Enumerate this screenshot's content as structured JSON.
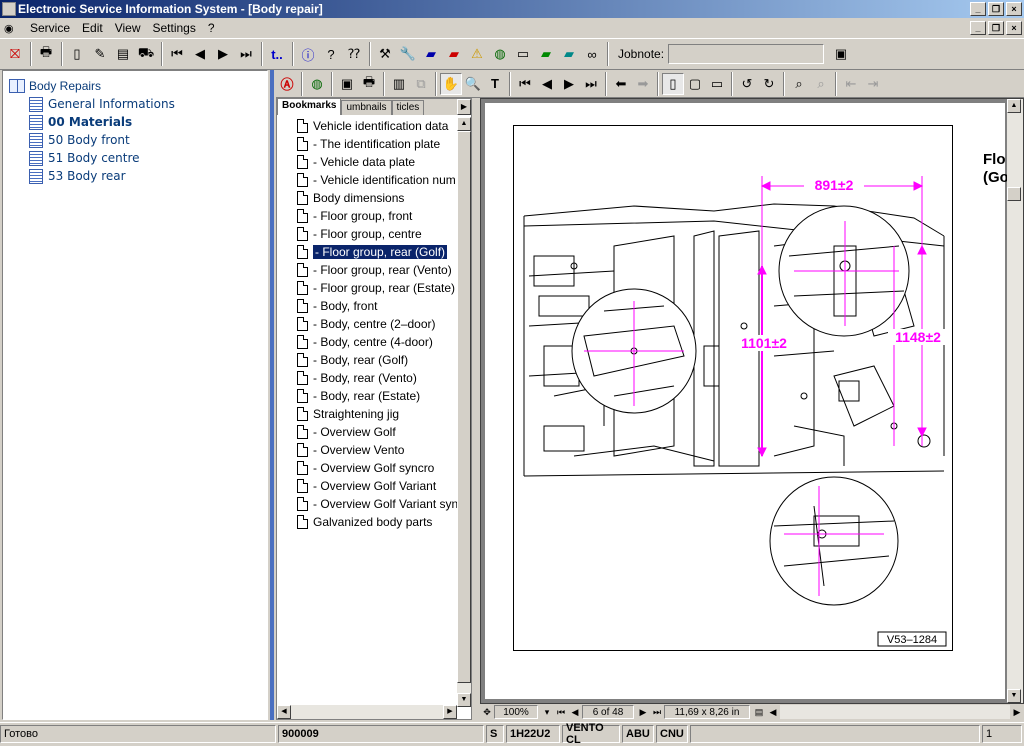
{
  "window": {
    "title": "Electronic Service Information System - [Body repair]"
  },
  "menu": [
    "Service",
    "Edit",
    "View",
    "Settings",
    "?"
  ],
  "toolbar": {
    "jobnote_label": "Jobnote:",
    "jobnote_value": "",
    "t_label": "t.."
  },
  "tree": {
    "root": "Body Repairs",
    "items": [
      {
        "label": "General Informations",
        "bold": false
      },
      {
        "label": "00 Materials",
        "bold": true
      },
      {
        "label": "50 Body front",
        "bold": false
      },
      {
        "label": "51 Body centre",
        "bold": false
      },
      {
        "label": "53 Body rear",
        "bold": false
      }
    ]
  },
  "nav": {
    "tabs": [
      "Bookmarks",
      "umbnails",
      "ticles"
    ],
    "bookmarks": [
      "Vehicle identification data",
      "- The identification plate",
      "- Vehicle data plate",
      "- Vehicle identification num",
      "Body dimensions",
      "- Floor group, front",
      "- Floor group, centre",
      "- Floor group, rear (Golf)",
      "- Floor group, rear (Vento)",
      "- Floor group, rear (Estate)",
      "- Body, front",
      "- Body, centre (2–door)",
      "- Body, centre (4-door)",
      "- Body, rear (Golf)",
      "- Body, rear (Vento)",
      "- Body, rear (Estate)",
      "Straightening jig",
      "- Overview Golf",
      "- Overview Vento",
      "- Overview Golf syncro",
      "- Overview Golf Variant",
      "- Overview Golf Variant syn",
      "Galvanized body parts"
    ],
    "selected_index": 7
  },
  "drawing": {
    "dims": [
      "891±2",
      "1101±2",
      "1148±2"
    ],
    "ref": "V53–1284",
    "side_title": [
      "Flo",
      "(Go"
    ],
    "dim_color": "#ff00ff"
  },
  "docstatus": {
    "zoom": "100%",
    "page": "6 of 48",
    "size": "11,69 x 8,26 in"
  },
  "statusbar": {
    "state": "Готово",
    "code": "900009",
    "s": "S",
    "engine": "1H22U2",
    "model": "VENTO CL",
    "abu": "ABU",
    "cnu": "CNU",
    "num": "1"
  }
}
